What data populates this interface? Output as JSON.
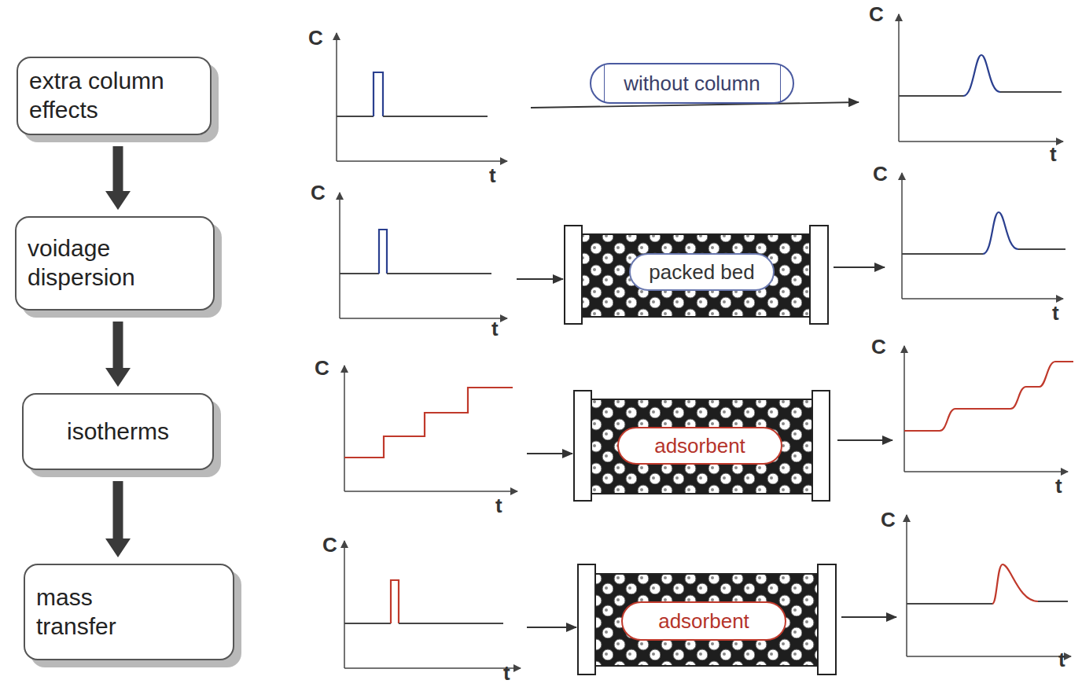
{
  "diagram": {
    "nodes": [
      {
        "text": [
          "extra column effects"
        ]
      },
      {
        "text": [
          "without column"
        ]
      },
      {
        "text": [
          "voidage dispersion"
        ]
      },
      {
        "text": [
          "packed bed"
        ]
      },
      {
        "text": [
          "isotherms"
        ]
      },
      {
        "text": [
          "adsorbent"
        ]
      },
      {
        "text": [
          "mass transfer"
        ]
      },
      {
        "text": [
          "adsorbent"
        ]
      }
    ],
    "edges": [
      {
        "from": 0,
        "to": 2,
        "arrow": "to"
      },
      {
        "from": 2,
        "to": 4,
        "arrow": "to"
      },
      {
        "from": 4,
        "to": 6,
        "arrow": "to"
      }
    ],
    "labels": [
      "C",
      "t",
      "C",
      "t",
      "C",
      "t",
      "C",
      "t",
      "C",
      "t",
      "C",
      "t",
      "C",
      "t",
      "C",
      "t"
    ]
  }
}
